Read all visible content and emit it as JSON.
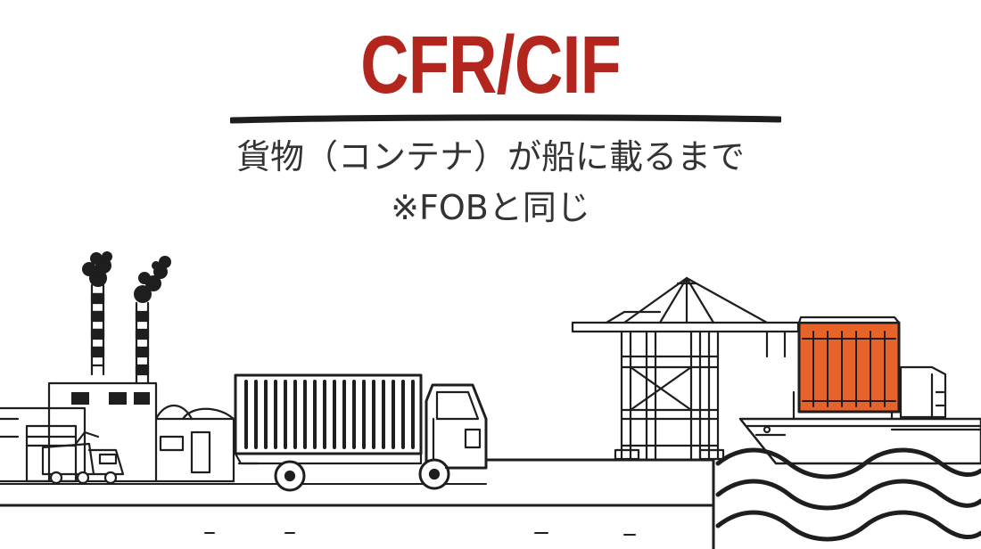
{
  "slide": {
    "title": "CFR/CIF",
    "subtitle": "貨物（コンテナ）が船に載るまで",
    "note": "※FOBと同じ"
  },
  "colors": {
    "title": "#b3261e",
    "text": "#333333",
    "ink": "#1e1e1e",
    "container_cargo": "#e8632a"
  },
  "scene_elements": [
    "factory-icon",
    "truck-icon",
    "gantry-crane-icon",
    "cargo-ship-icon",
    "sea-waves-icon"
  ]
}
